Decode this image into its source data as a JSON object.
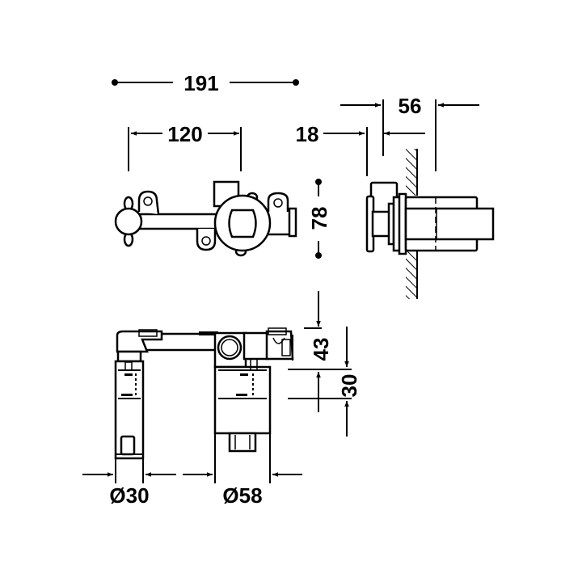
{
  "drawing": {
    "title": "Concealed mixer body technical drawing",
    "colors": {
      "line": "#000000",
      "background": "#ffffff"
    }
  },
  "dimensions": {
    "overall_width": "191",
    "inlet_spacing": "120",
    "front_projection": "18",
    "depth": "56",
    "height_front": "78",
    "top_to_mark": "43",
    "mark_range": "30",
    "small_diameter": "Ø30",
    "large_diameter": "Ø58"
  },
  "views": [
    {
      "name": "front-view"
    },
    {
      "name": "side-view-wall-section"
    },
    {
      "name": "top-view"
    }
  ]
}
